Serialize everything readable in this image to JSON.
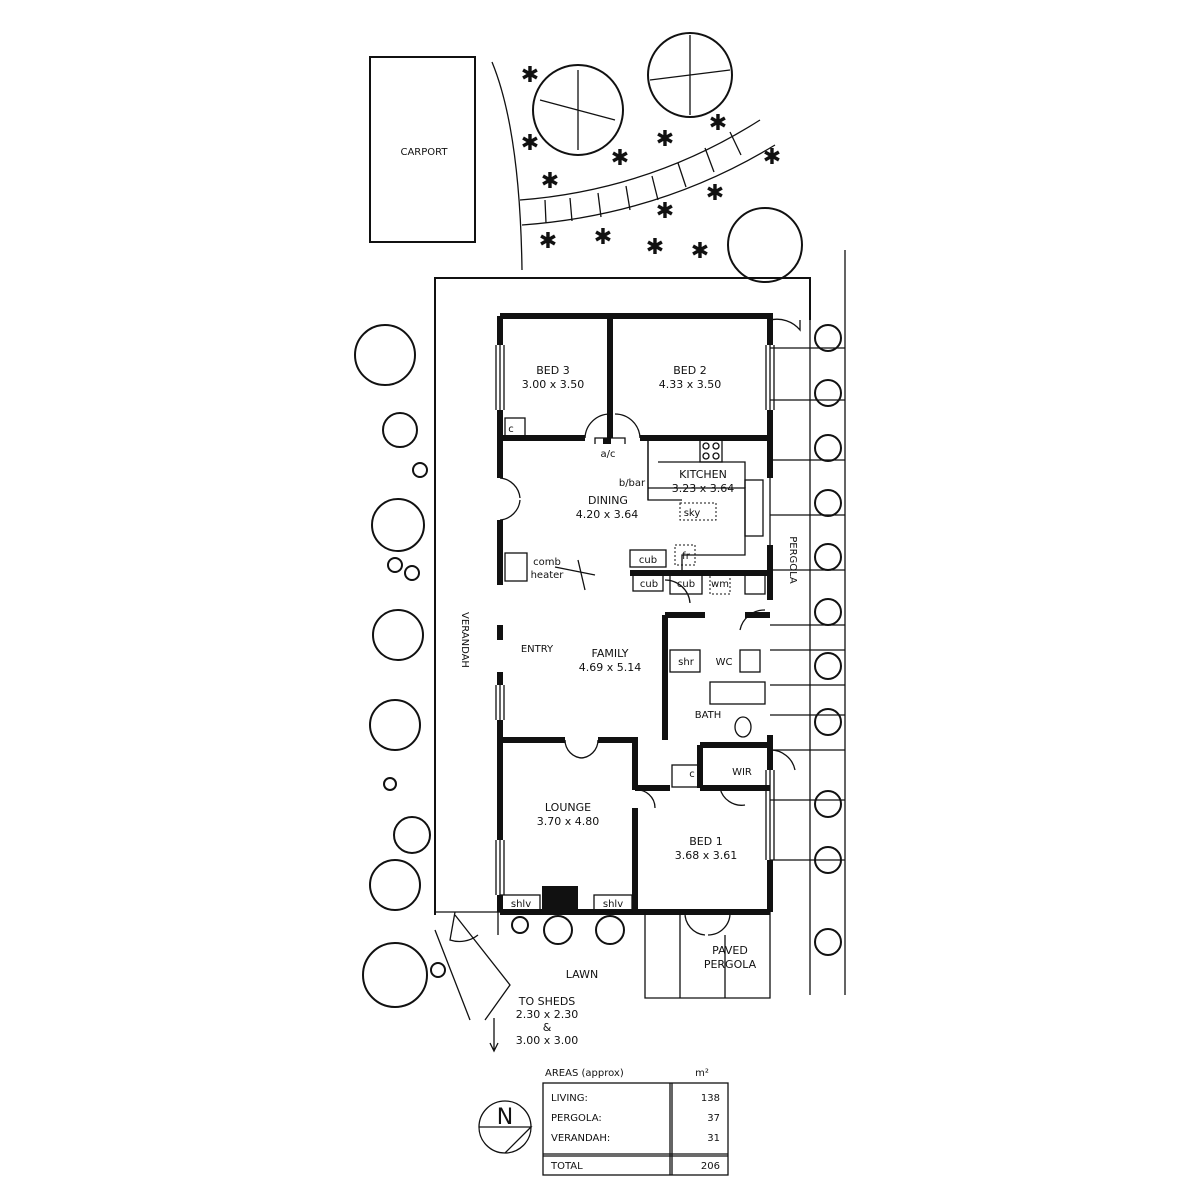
{
  "site": {
    "carport": "CARPORT",
    "verandah": "VERANDAH",
    "pergola": "PERGOLA",
    "lawn": "LAWN",
    "paved_pergola": [
      "PAVED",
      "PERGOLA"
    ],
    "sheds_note": [
      "TO SHEDS",
      "2.30 x 2.30",
      "&",
      "3.00 x 3.00"
    ]
  },
  "rooms": {
    "bed3": {
      "name": "BED 3",
      "size": "3.00 x 3.50"
    },
    "bed2": {
      "name": "BED 2",
      "size": "4.33 x 3.50"
    },
    "kitchen": {
      "name": "KITCHEN",
      "size": "3.23 x 3.64"
    },
    "dining": {
      "name": "DINING",
      "size": "4.20 x 3.64"
    },
    "family": {
      "name": "FAMILY",
      "size": "4.69 x 5.14"
    },
    "lounge": {
      "name": "LOUNGE",
      "size": "3.70 x 4.80"
    },
    "bed1": {
      "name": "BED 1",
      "size": "3.68 x 3.61"
    },
    "entry": "ENTRY",
    "bath": "BATH",
    "wc": "WC",
    "shr": "shr",
    "wir": "WIR"
  },
  "fixtures": {
    "ac": "a/c",
    "bbar": "b/bar",
    "sky": "sky",
    "fr": "fr",
    "cub": "cub",
    "wm": "wm",
    "comb_heater": [
      "comb",
      "heater"
    ],
    "c": "c",
    "shlv": "shlv"
  },
  "areas": {
    "title": "AREAS (approx)",
    "unit": "m²",
    "rows": [
      {
        "label": "LIVING:",
        "value": "138"
      },
      {
        "label": "PERGOLA:",
        "value": "37"
      },
      {
        "label": "VERANDAH:",
        "value": "31"
      }
    ],
    "total": {
      "label": "TOTAL",
      "value": "206"
    }
  },
  "compass": "N"
}
